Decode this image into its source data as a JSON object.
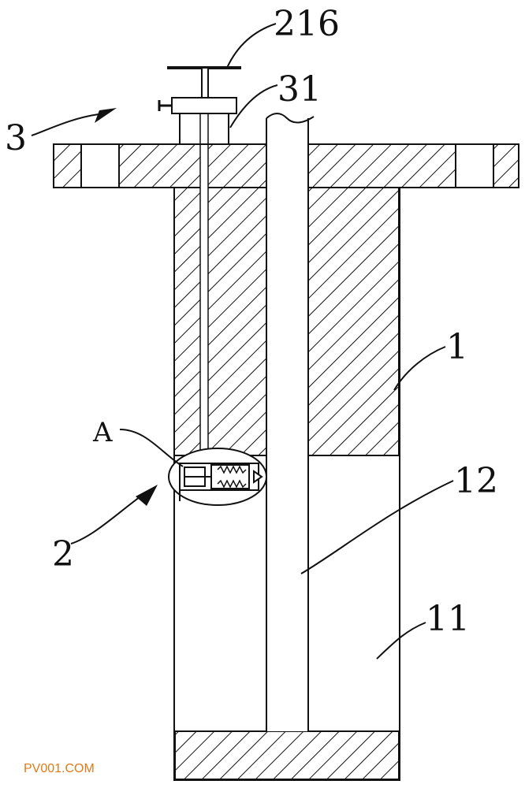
{
  "labels": {
    "part_216": "216",
    "part_31": "31",
    "part_3": "3",
    "part_1": "1",
    "part_a": "A",
    "part_12": "12",
    "part_2": "2",
    "part_11": "11"
  },
  "watermark": {
    "text": "PV001.COM",
    "color": "#e07b1a"
  },
  "colors": {
    "line": "#111111",
    "background": "#ffffff"
  }
}
